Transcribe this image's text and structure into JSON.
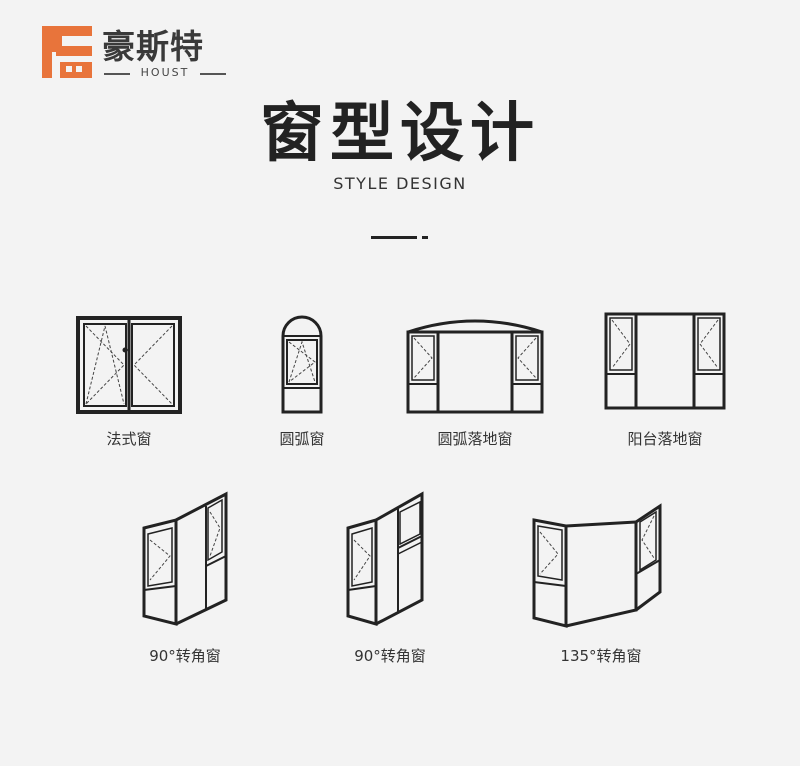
{
  "brand": {
    "name_cn": "豪斯特",
    "name_en": "HOUST",
    "accent_color": "#e8743b"
  },
  "heading": {
    "title": "窗型设计",
    "subtitle": "STYLE DESIGN"
  },
  "window_types": [
    {
      "label": "法式窗",
      "icon": "french-window-icon"
    },
    {
      "label": "圆弧窗",
      "icon": "arched-window-icon"
    },
    {
      "label": "圆弧落地窗",
      "icon": "arched-floor-window-icon"
    },
    {
      "label": "阳台落地窗",
      "icon": "balcony-floor-window-icon"
    },
    {
      "label": "90°转角窗",
      "icon": "corner-window-90-icon"
    },
    {
      "label": "90°转角窗",
      "icon": "corner-window-90-alt-icon"
    },
    {
      "label": "135°转角窗",
      "icon": "corner-window-135-icon"
    }
  ]
}
